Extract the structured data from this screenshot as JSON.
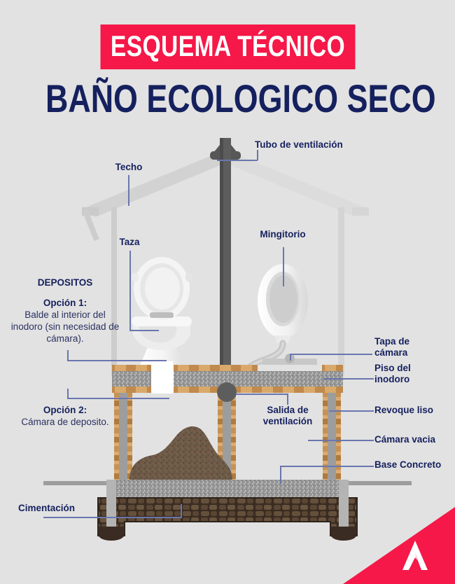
{
  "header": {
    "banner": "ESQUEMA TÉCNICO",
    "title": "BAÑO ECOLOGICO SECO"
  },
  "labels": {
    "techo": "Techo",
    "tubo_ventilacion": "Tubo de ventilación",
    "taza": "Taza",
    "mingitorio": "Mingitorio",
    "tapa_camara": "Tapa de\ncámara",
    "piso_inodoro": "Piso del\ninodoro",
    "revoque_liso": "Revoque liso",
    "camara_vacia": "Cámara vacia",
    "base_concreto": "Base Concreto",
    "salida_ventilacion": "Salida de\nventilación",
    "cimentacion": "Cimentación"
  },
  "depositos": {
    "heading": "DEPOSITOS",
    "option1_title": "Opción 1:",
    "option1_text": "Balde al interior del inodoro (sin necesidad de cámara).",
    "option2_title": "Opción 2:",
    "option2_text": "Cámara de deposito."
  },
  "colors": {
    "background": "#e2e2e2",
    "accent_red": "#f51848",
    "navy": "#15205e",
    "leader_line": "#6a76ae",
    "roof_gray": "#d2d2d2",
    "wall_gray": "#cfcfcf",
    "pipe_dark": "#575757",
    "fixture_white": "#f2f2f2",
    "concrete": "#9d9d9d",
    "wood_tan": "#d9a96b",
    "stone_brown": "#4c3b2e",
    "compost": "#6d5b48"
  },
  "logo": {
    "mark": "A-monogram"
  }
}
